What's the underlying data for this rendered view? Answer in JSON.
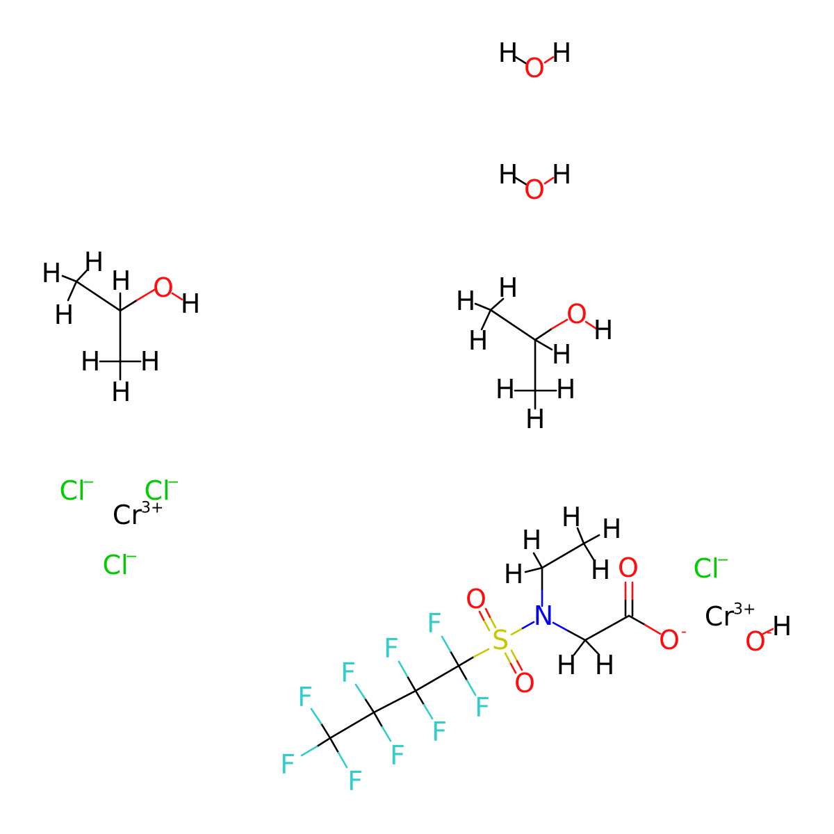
{
  "colors": {
    "carbon_hydrogen": "#000000",
    "oxygen": "#FF0D0D",
    "nitrogen": "#0000FF",
    "sulfur": "#C8C800",
    "fluorine": "#33CCCC",
    "chlorine": "#00CC00",
    "chromium": "#000000"
  },
  "labels": {
    "H": "H",
    "O": "O",
    "N": "N",
    "S": "S",
    "F": "F",
    "Cl": "Cl",
    "Cr": "Cr",
    "minus": "-",
    "chloride_charge": "−",
    "cr_charge": "3+"
  }
}
